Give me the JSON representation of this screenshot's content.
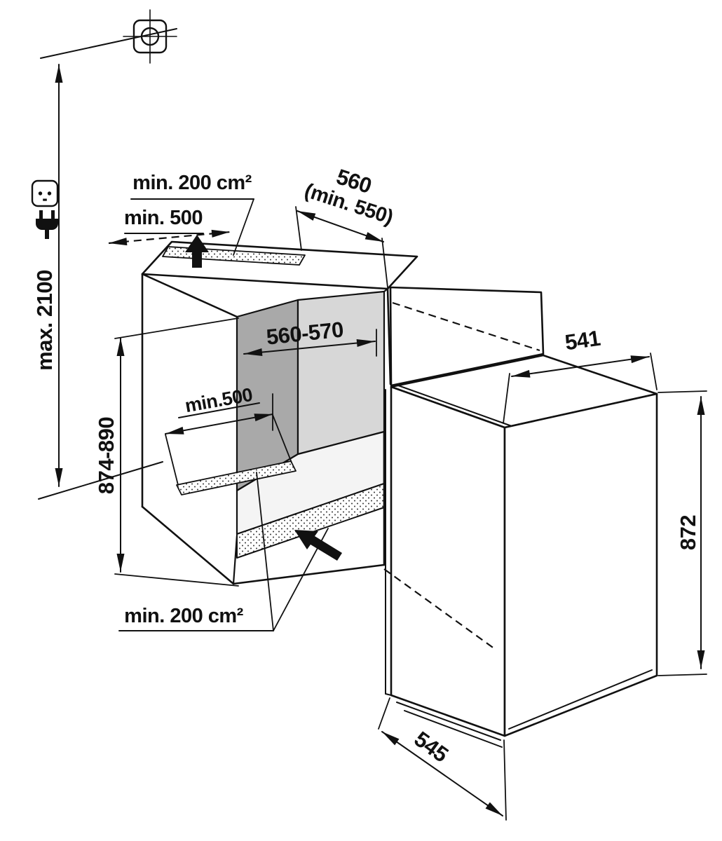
{
  "diagram": {
    "niche": {
      "top_vent_area": "min. 200 cm²",
      "top_vent_width": "min. 500",
      "depth": "560",
      "depth_min": "(min. 550)",
      "width": "560-570",
      "floor_vent_width": "min.500",
      "height": "874-890",
      "bottom_vent_area": "min. 200 cm²"
    },
    "room": {
      "max_height": "max. 2100"
    },
    "appliance": {
      "width": "541",
      "height": "872",
      "depth": "545"
    },
    "icons": {
      "socket": "power-socket",
      "plug": "power-plug",
      "marker": "drill-crosshair",
      "airflow_top": "up-arrow",
      "airflow_bottom": "inflow-arrow"
    },
    "colors": {
      "line": "#111111",
      "wall_dark": "#a9a9a9",
      "wall_light": "#d7d7d7",
      "floor": "#f4f4f4",
      "background": "#ffffff"
    }
  }
}
